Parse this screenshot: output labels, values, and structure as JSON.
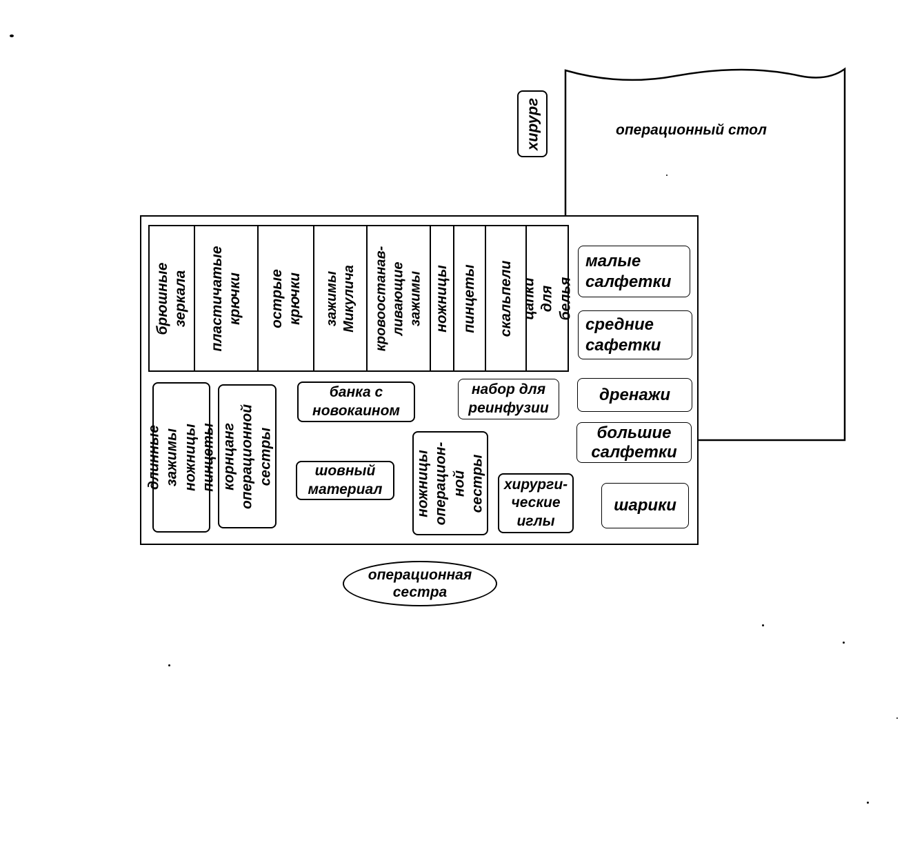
{
  "surgeon_label": "хирург",
  "operating_table_label": "операционный стол",
  "nurse_label": "операционная\nсестра",
  "instrument_columns": [
    "брюшные\nзеркала",
    "пластичатые\nкрючки",
    "острые\nкрючки",
    "зажимы\nМикулича",
    "кровоостанав-\nливающие\nзажимы",
    "ножницы",
    "пинцеты",
    "скальпели",
    "цапки для\nбелья"
  ],
  "right_items": {
    "small_napkins": "малые\nсалфетки",
    "medium_napkins": "средние\nсафетки",
    "drains": "дренажи",
    "large_napkins": "большие\nсалфетки",
    "balls": "шарики"
  },
  "lower_items": {
    "long_instruments": "длинные зажимы\nножницы\nпинцеты",
    "nurse_forceps": "корнцанг\nоперационной\nсестры",
    "novocaine_jar": "банка  с\nновокаином",
    "reinfusion_kit": "набор  для\nреинфузии",
    "suture_material": "шовный\nматериал",
    "nurse_scissors": "ножницы\nоперацион-\nной сестры",
    "surgical_needles": "хирурги-\nческие\nиглы"
  }
}
